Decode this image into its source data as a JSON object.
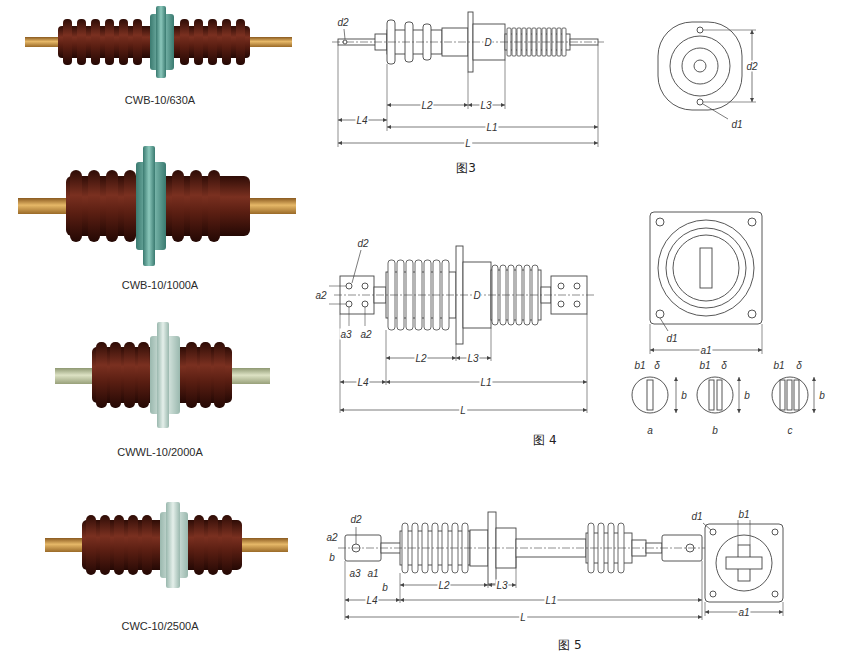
{
  "diagram": {
    "labels": [
      "CWB-10/630A",
      "CWB-10/1000A",
      "CWWL-10/2000A",
      "CWC-10/2500A",
      "d2",
      "L2",
      "L3",
      "L4",
      "L1",
      "L",
      "D",
      "d2",
      "d1",
      "图3",
      "d2",
      "a2",
      "a3",
      "a2",
      "L2",
      "L3",
      "L4",
      "L1",
      "L",
      "D",
      "d1",
      "a1",
      "b1",
      "δ",
      "b",
      "a",
      "b1",
      "δ",
      "b",
      "b",
      "b1",
      "δ",
      "b",
      "c",
      "图 4",
      "d2",
      "a2",
      "b",
      "a3",
      "a1",
      "b",
      "L2",
      "L3",
      "L4",
      "L1",
      "L",
      "d1",
      "b1",
      "a1",
      "图 5"
    ]
  }
}
